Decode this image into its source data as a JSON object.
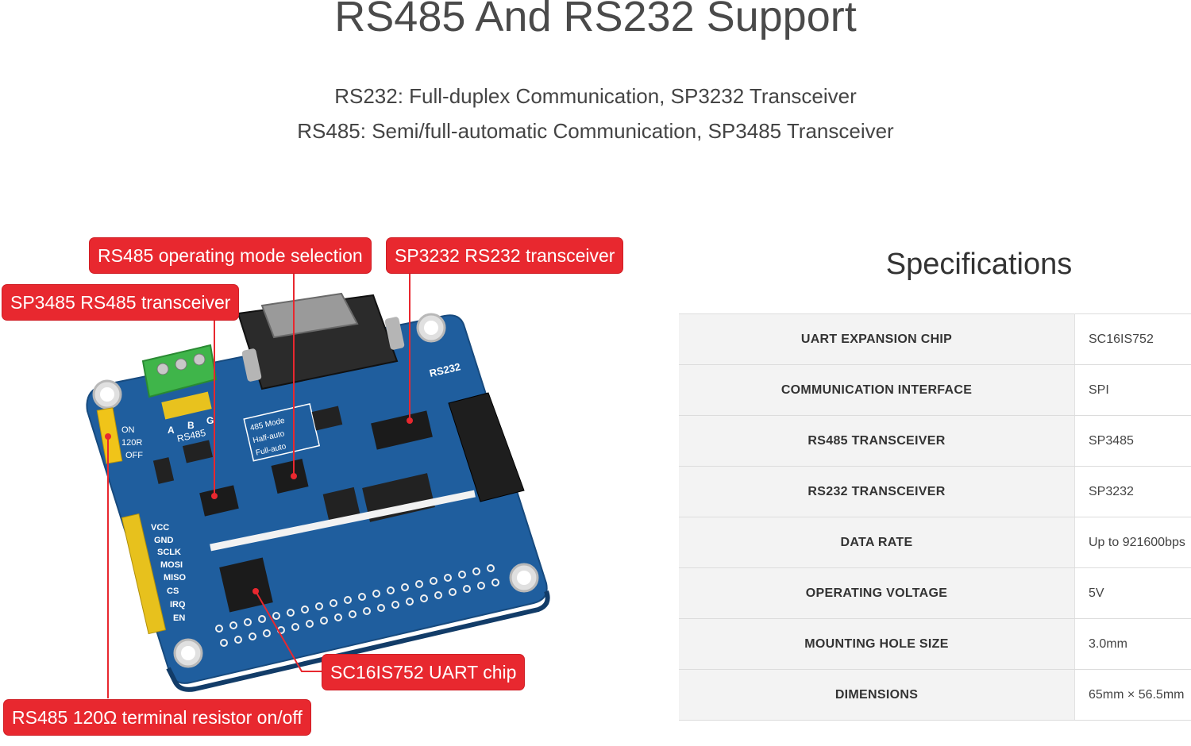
{
  "header": {
    "title": "RS485 And RS232 Support",
    "subtitle_1": "RS232: Full-duplex Communication, SP3232 Transceiver",
    "subtitle_2": "RS485: Semi/full-automatic Communication, SP3485 Transceiver"
  },
  "callouts": {
    "mode_selection": "RS485 operating mode selection",
    "sp3232": "SP3232 RS232 transceiver",
    "sp3485": "SP3485 RS485 transceiver",
    "sc16is752": "SC16IS752 UART chip",
    "terminal_resistor": "RS485 120Ω terminal resistor on/off"
  },
  "board": {
    "rs232_label": "RS232",
    "rs485_label": "RS485",
    "terminal_labels": [
      "A",
      "B",
      "G"
    ],
    "switch_labels": [
      "ON",
      "120R",
      "OFF"
    ],
    "mode_table": [
      "485 Mode",
      "Half-auto",
      "Full-auto"
    ],
    "pin_labels": [
      "VCC",
      "GND",
      "SCLK",
      "MOSI",
      "MISO",
      "CS",
      "IRQ",
      "EN"
    ]
  },
  "specs": {
    "title": "Specifications",
    "rows": [
      {
        "key": "UART EXPANSION CHIP",
        "value": "SC16IS752"
      },
      {
        "key": "COMMUNICATION INTERFACE",
        "value": "SPI"
      },
      {
        "key": "RS485 TRANSCEIVER",
        "value": "SP3485"
      },
      {
        "key": "RS232 TRANSCEIVER",
        "value": "SP3232"
      },
      {
        "key": "DATA RATE",
        "value": "Up to 921600bps"
      },
      {
        "key": "OPERATING VOLTAGE",
        "value": "5V"
      },
      {
        "key": "MOUNTING HOLE SIZE",
        "value": "3.0mm"
      },
      {
        "key": "DIMENSIONS",
        "value": "65mm × 56.5mm"
      }
    ]
  }
}
